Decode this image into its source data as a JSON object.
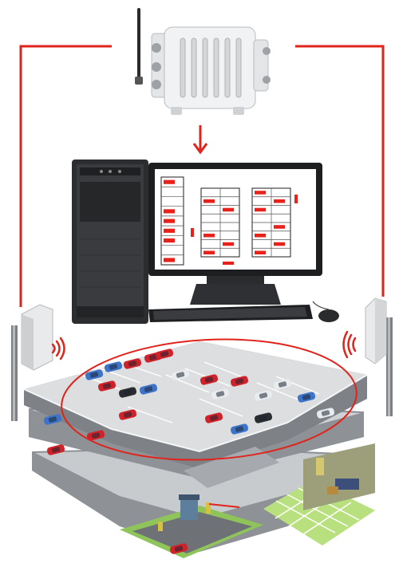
{
  "colors": {
    "link_line": "#e0231b",
    "oval": "#e0231b",
    "monitor_marker": "#e8211a",
    "deck_top": "#d9dbdd",
    "deck_side": "#8e9296",
    "deck_dark": "#5f6367",
    "lawn": "#8fc45a",
    "checker": "#b9e07f",
    "car_red": "#d0222a",
    "car_blue": "#3d74c9",
    "car_white": "#e9ecef",
    "car_black": "#2a2c30"
  },
  "icons": {
    "gateway": "wireless-gateway-icon",
    "antenna": "antenna-icon",
    "computer": "desktop-tower-icon",
    "monitor": "monitor-icon",
    "keyboard": "keyboard-icon",
    "mouse": "mouse-icon",
    "reader_left": "rfid-reader-icon",
    "reader_right": "rfid-reader-icon",
    "signal": "wifi-signal-icon",
    "garage": "parking-garage-icon",
    "booth": "guard-booth-icon",
    "barrier": "barrier-gate-icon",
    "office": "control-room-icon"
  },
  "monitor": {
    "panels": [
      {
        "name": "left-list",
        "rows": 9,
        "marked_rows": [
          0,
          3,
          4,
          5,
          6,
          8
        ]
      },
      {
        "name": "middle-grid",
        "rows": 8,
        "marked_rows": [
          1,
          2,
          5,
          6,
          7
        ]
      },
      {
        "name": "right-grid",
        "rows": 8,
        "marked_rows": [
          0,
          1,
          2,
          4,
          5,
          6,
          7
        ]
      }
    ]
  }
}
